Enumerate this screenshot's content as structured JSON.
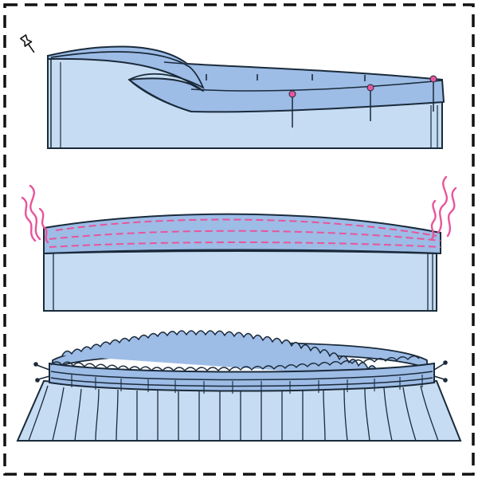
{
  "figure": {
    "steps": [
      {
        "id": "pin-waistband"
      },
      {
        "id": "stitch-casing"
      },
      {
        "id": "gathered-waist"
      }
    ],
    "icons": [
      "pushpin-icon",
      "steam-icon"
    ],
    "colors": {
      "fabric": "#c6dcf2",
      "band": "#9dbce6",
      "band_dark": "#7fa3d4",
      "outline": "#1a2a3a",
      "stitch": "#e8559a",
      "steam": "#e8559a",
      "border": "#111111"
    }
  }
}
